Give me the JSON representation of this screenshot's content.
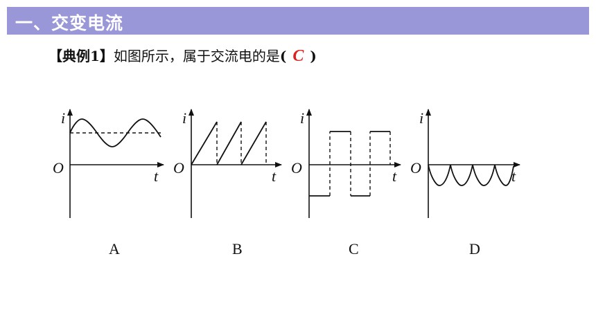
{
  "header": {
    "title": "一、交变电流"
  },
  "question": {
    "example_label": "【典例1】",
    "text": "如图所示，属于交流电的是",
    "open_paren": "(",
    "answer": "C",
    "close_paren": ")"
  },
  "graphs": {
    "y_axis_label": "i",
    "x_axis_label": "t",
    "origin_label": "O",
    "options": [
      {
        "label": "A",
        "waveform": "offset-sine"
      },
      {
        "label": "B",
        "waveform": "sawtooth"
      },
      {
        "label": "C",
        "waveform": "square"
      },
      {
        "label": "D",
        "waveform": "rectified-negative-sine"
      }
    ]
  },
  "colors": {
    "header_bg": "#9a97d8",
    "header_text": "#ffffff",
    "answer": "#e02020",
    "ink": "#111111"
  }
}
